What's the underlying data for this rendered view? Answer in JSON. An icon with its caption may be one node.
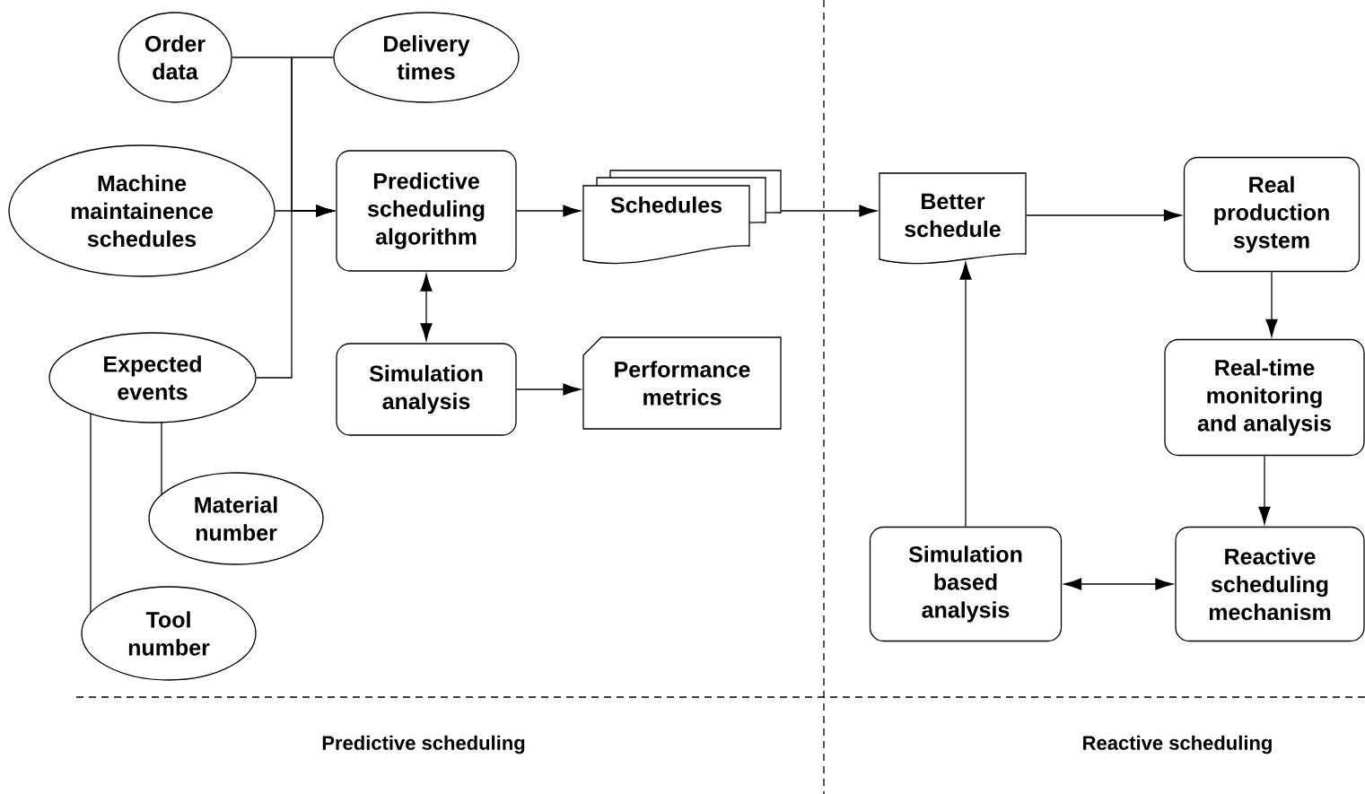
{
  "diagram": {
    "nodes": [
      {
        "text": [
          "Order data"
        ]
      },
      {
        "text": [
          "Delivery times"
        ]
      },
      {
        "text": [
          "Machine maintainence schedules"
        ]
      },
      {
        "text": [
          "Expected events"
        ]
      },
      {
        "text": [
          "Material number"
        ]
      },
      {
        "text": [
          "Tool number"
        ]
      },
      {
        "text": [
          "Predictive scheduling algorithm"
        ]
      },
      {
        "text": [
          "Schedules"
        ]
      },
      {
        "text": [
          "Simulation analysis"
        ]
      },
      {
        "text": [
          "Performance metrics"
        ]
      },
      {
        "text": [
          "Better schedule"
        ]
      },
      {
        "text": [
          "Real production system"
        ]
      },
      {
        "text": [
          "Real-time monitoring and analysis"
        ]
      },
      {
        "text": [
          "Simulation based analysis"
        ]
      },
      {
        "text": [
          "Reactive scheduling mechanism"
        ]
      }
    ],
    "edges": [
      {
        "from": 0,
        "to": 6,
        "arrow": "to"
      },
      {
        "from": 1,
        "to": 6,
        "arrow": "to"
      },
      {
        "from": 2,
        "to": 6,
        "arrow": "to"
      },
      {
        "from": 3,
        "to": 6,
        "arrow": "to"
      },
      {
        "from": 3,
        "to": 4,
        "arrow": "none"
      },
      {
        "from": 3,
        "to": 5,
        "arrow": "none"
      },
      {
        "from": 6,
        "to": 7,
        "arrow": "to"
      },
      {
        "from": 6,
        "to": 8,
        "arrow": "both"
      },
      {
        "from": 8,
        "to": 9,
        "arrow": "to"
      },
      {
        "from": 7,
        "to": 10,
        "arrow": "to"
      },
      {
        "from": 10,
        "to": 11,
        "arrow": "to"
      },
      {
        "from": 11,
        "to": 12,
        "arrow": "to"
      },
      {
        "from": 12,
        "to": 14,
        "arrow": "to"
      },
      {
        "from": 14,
        "to": 13,
        "arrow": "both"
      },
      {
        "from": 13,
        "to": 10,
        "arrow": "to"
      }
    ],
    "labels": [
      "Predictive scheduling",
      "Reactive scheduling"
    ]
  }
}
